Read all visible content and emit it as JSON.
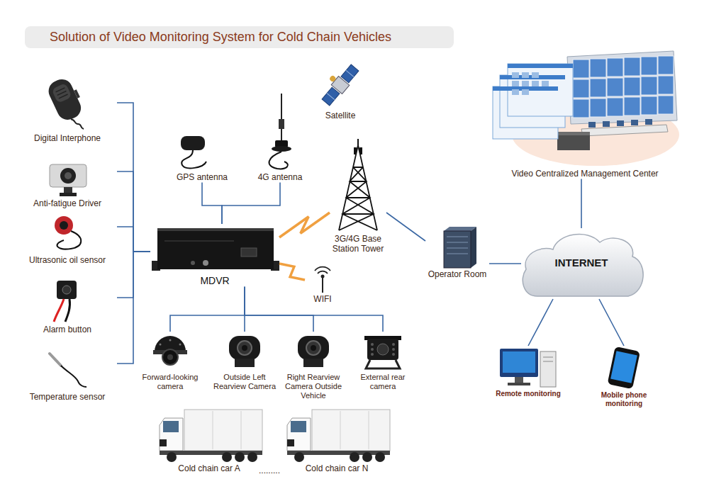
{
  "diagram": {
    "title": "Solution of Video Monitoring System for Cold Chain Vehicles",
    "nodes": [
      {
        "text": [
          "Digital Interphone"
        ]
      },
      {
        "text": [
          "Anti-fatigue Driver"
        ]
      },
      {
        "text": [
          "Ultrasonic oil sensor"
        ]
      },
      {
        "text": [
          "Alarm button"
        ]
      },
      {
        "text": [
          "Temperature sensor"
        ]
      },
      {
        "text": [
          "Satellite"
        ]
      },
      {
        "text": [
          "GPS antenna"
        ]
      },
      {
        "text": [
          "4G antenna"
        ]
      },
      {
        "text": [
          "MDVR"
        ]
      },
      {
        "text": [
          "3G/4G Base Station Tower"
        ]
      },
      {
        "text": [
          "WIFI"
        ]
      },
      {
        "text": [
          "Forward-looking camera"
        ]
      },
      {
        "text": [
          "Outside Left Rearview Camera"
        ]
      },
      {
        "text": [
          "Right Rearview Camera Outside Vehicle"
        ]
      },
      {
        "text": [
          "External rear camera"
        ]
      },
      {
        "text": [
          "Cold chain car A"
        ]
      },
      {
        "text": [
          "Cold chain car N"
        ]
      },
      {
        "text": [
          "Video Centralized Management Center"
        ]
      },
      {
        "text": [
          "Operator Room"
        ]
      },
      {
        "text": [
          "INTERNET"
        ]
      },
      {
        "text": [
          "Remote monitoring"
        ]
      },
      {
        "text": [
          "Mobile phone monitoring"
        ]
      }
    ],
    "edges": [
      {
        "from": 0,
        "to": 8,
        "arrow": "none"
      },
      {
        "from": 1,
        "to": 8,
        "arrow": "none"
      },
      {
        "from": 2,
        "to": 8,
        "arrow": "none"
      },
      {
        "from": 3,
        "to": 8,
        "arrow": "none"
      },
      {
        "from": 4,
        "to": 8,
        "arrow": "none"
      },
      {
        "from": 6,
        "to": 8,
        "arrow": "none"
      },
      {
        "from": 7,
        "to": 8,
        "arrow": "none"
      },
      {
        "from": 8,
        "to": 9,
        "arrow": "none"
      },
      {
        "from": 8,
        "to": 10,
        "arrow": "none"
      },
      {
        "from": 8,
        "to": 11,
        "arrow": "none"
      },
      {
        "from": 8,
        "to": 12,
        "arrow": "none"
      },
      {
        "from": 8,
        "to": 13,
        "arrow": "none"
      },
      {
        "from": 8,
        "to": 14,
        "arrow": "none"
      },
      {
        "from": 9,
        "to": 18,
        "arrow": "none"
      },
      {
        "from": 18,
        "to": 19,
        "arrow": "none"
      },
      {
        "from": 17,
        "to": 19,
        "arrow": "none"
      },
      {
        "from": 19,
        "to": 20,
        "arrow": "none"
      },
      {
        "from": 19,
        "to": 21,
        "arrow": "none"
      }
    ],
    "labels": [
      "........."
    ]
  }
}
